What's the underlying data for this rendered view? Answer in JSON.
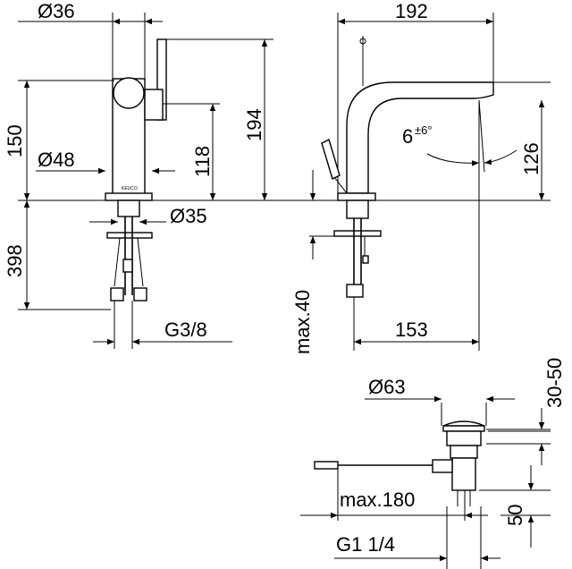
{
  "brand": "KEUCO",
  "front_view": {
    "top_diameter": "Ø36",
    "height_150": "150",
    "height_194": "194",
    "height_118": "118",
    "base_diameter": "Ø48",
    "shank_diameter": "Ø35",
    "hose_length": "398",
    "thread": "G3/8"
  },
  "side_view": {
    "reach": "192",
    "angle": "6",
    "angle_tol": "±6°",
    "spout_height": "126",
    "max_thickness": "max.40",
    "spout_length": "153"
  },
  "waste_view": {
    "diameter": "Ø63",
    "range": "30-50",
    "max_length": "max.180",
    "height": "50",
    "thread": "G1 1/4"
  }
}
